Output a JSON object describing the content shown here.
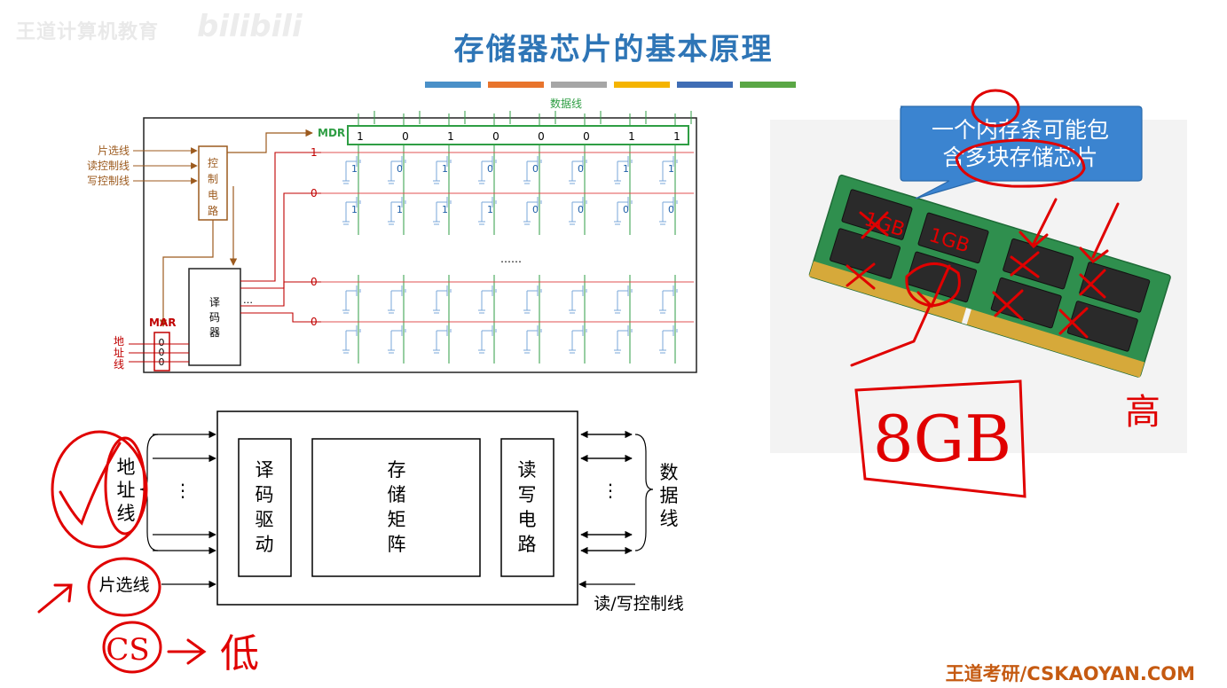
{
  "watermark": {
    "text": "王道计算机教育",
    "logo": "bilibili"
  },
  "header": {
    "title": "存储器芯片的基本原理",
    "bar_colors": [
      "#4a90c8",
      "#e8742c",
      "#a6a6a6",
      "#f5b400",
      "#3f6db5",
      "#5aa745"
    ]
  },
  "top_circuit": {
    "data_line_label": "数据线",
    "mdr_label": "MDR",
    "mdr_bits": [
      "1",
      "0",
      "1",
      "0",
      "0",
      "0",
      "1",
      "1"
    ],
    "word_line_values": [
      "1",
      "0",
      "0",
      "0"
    ],
    "cell_rows": [
      [
        "1",
        "0",
        "1",
        "0",
        "0",
        "0",
        "1",
        "1"
      ],
      [
        "1",
        "1",
        "1",
        "1",
        "0",
        "0",
        "0",
        "0"
      ]
    ],
    "control_inputs": [
      "片选线",
      "读控制线",
      "写控制线"
    ],
    "control_circuit_label": "控制电路",
    "decoder_label": "译码器",
    "mar_label": "MAR",
    "mar_bits": [
      "0",
      "0",
      "0"
    ],
    "address_line_label": "地址线",
    "ellipsis": "……",
    "decoder_ellipsis": "…"
  },
  "block_diagram": {
    "address_lines": "地址线",
    "chip_select": "片选线",
    "decoder_driver": "译码驱动",
    "storage_matrix": "存储矩阵",
    "rw_circuit": "读写电路",
    "data_lines": "数据线",
    "rw_control": "读/写控制线",
    "vdots": "⋮"
  },
  "memory_photo": {
    "callout": "一个内存条可能包含多块存储芯片"
  },
  "annotations": {
    "cs": "CS",
    "low": "低",
    "high": "高",
    "capacity": "8GB",
    "chip_1gb": "1GB"
  },
  "footer": {
    "brand": "王道考研/CSKAOYAN.COM"
  }
}
